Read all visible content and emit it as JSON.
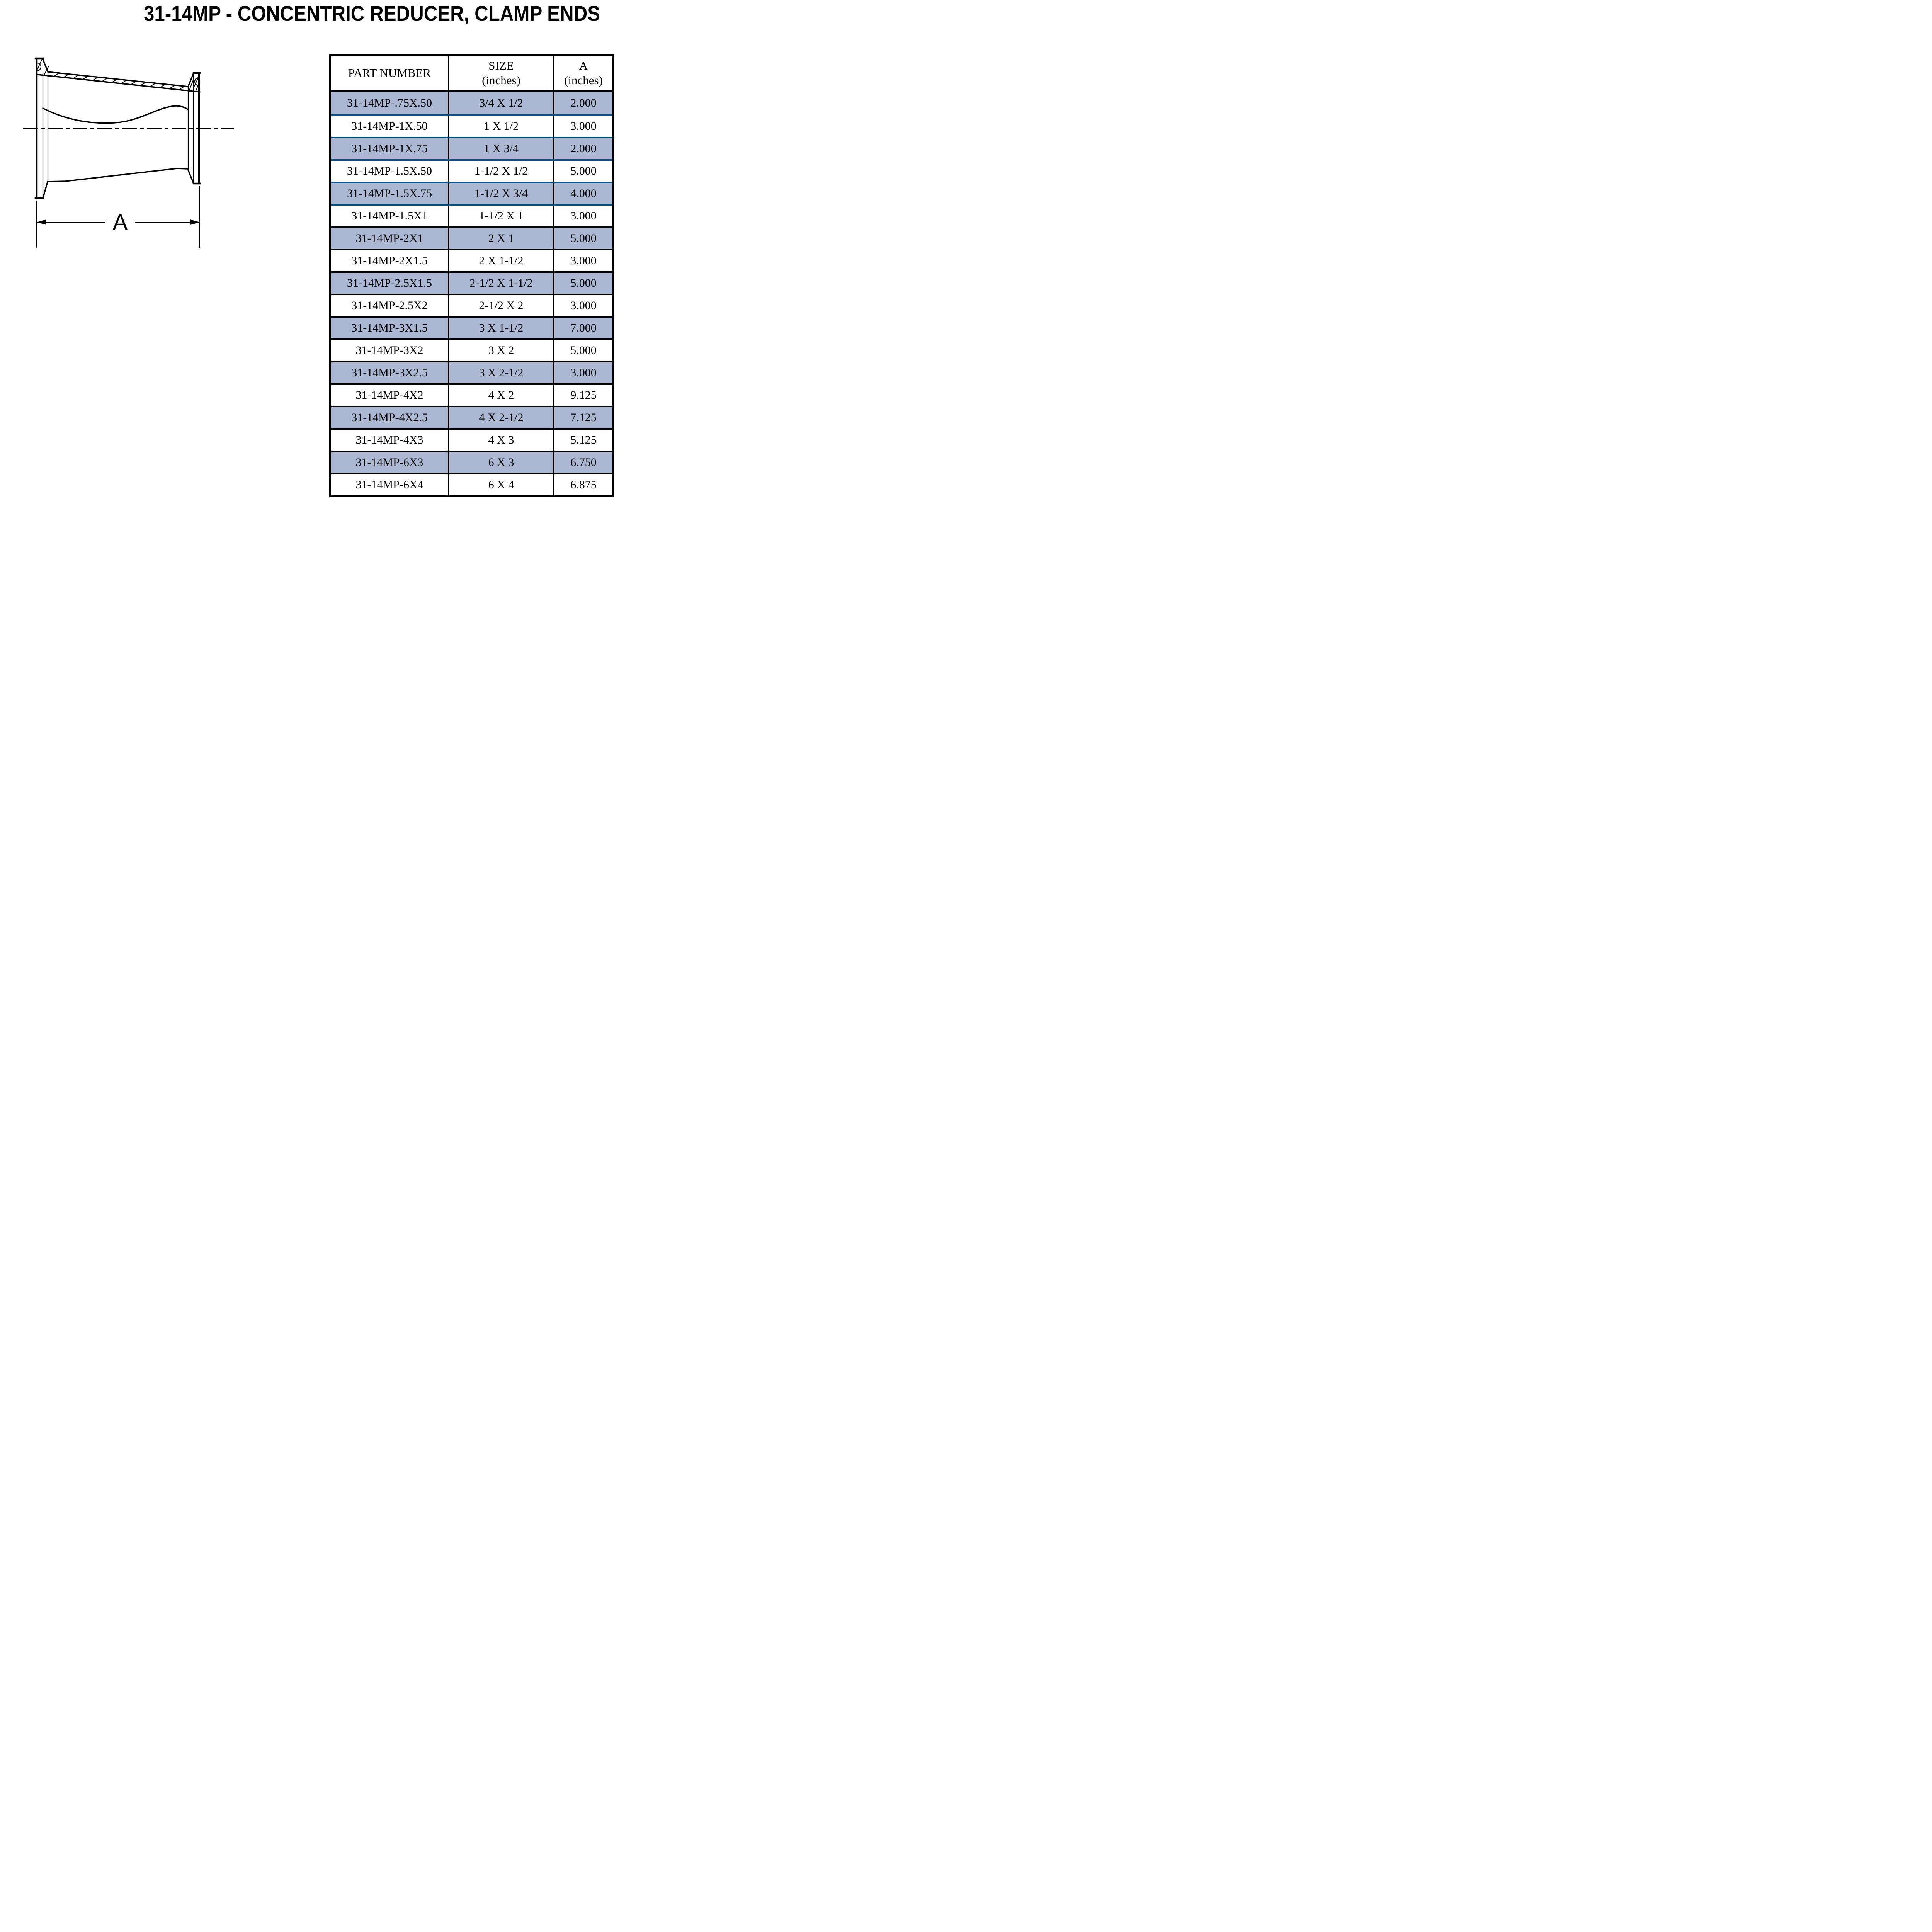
{
  "title": "31-14MP - CONCENTRIC REDUCER, CLAMP ENDS",
  "diagram": {
    "dimension_label": "A"
  },
  "colors": {
    "alt_row_bg": "#abb7d3",
    "separator_navy": "#0e4f7e",
    "grid_black": "#000000"
  },
  "table": {
    "headers": [
      {
        "line1": "PART NUMBER",
        "line2": ""
      },
      {
        "line1": "SIZE",
        "line2": "(inches)"
      },
      {
        "line1": "A",
        "line2": "(inches)"
      }
    ],
    "rows": [
      {
        "part": "31-14MP-.75X.50",
        "size": "3/4 X 1/2",
        "a": "2.000"
      },
      {
        "part": "31-14MP-1X.50",
        "size": "1 X 1/2",
        "a": "3.000"
      },
      {
        "part": "31-14MP-1X.75",
        "size": "1 X 3/4",
        "a": "2.000"
      },
      {
        "part": "31-14MP-1.5X.50",
        "size": "1-1/2 X 1/2",
        "a": "5.000"
      },
      {
        "part": "31-14MP-1.5X.75",
        "size": "1-1/2 X 3/4",
        "a": "4.000"
      },
      {
        "part": "31-14MP-1.5X1",
        "size": "1-1/2 X 1",
        "a": "3.000"
      },
      {
        "part": "31-14MP-2X1",
        "size": "2 X 1",
        "a": "5.000"
      },
      {
        "part": "31-14MP-2X1.5",
        "size": "2 X 1-1/2",
        "a": "3.000"
      },
      {
        "part": "31-14MP-2.5X1.5",
        "size": "2-1/2 X 1-1/2",
        "a": "5.000"
      },
      {
        "part": "31-14MP-2.5X2",
        "size": "2-1/2 X 2",
        "a": "3.000"
      },
      {
        "part": "31-14MP-3X1.5",
        "size": "3 X 1-1/2",
        "a": "7.000"
      },
      {
        "part": "31-14MP-3X2",
        "size": "3 X 2",
        "a": "5.000"
      },
      {
        "part": "31-14MP-3X2.5",
        "size": "3 X 2-1/2",
        "a": "3.000"
      },
      {
        "part": "31-14MP-4X2",
        "size": "4 X 2",
        "a": "9.125"
      },
      {
        "part": "31-14MP-4X2.5",
        "size": "4 X 2-1/2",
        "a": "7.125"
      },
      {
        "part": "31-14MP-4X3",
        "size": "4 X 3",
        "a": "5.125"
      },
      {
        "part": "31-14MP-6X3",
        "size": "6 X 3",
        "a": "6.750"
      },
      {
        "part": "31-14MP-6X4",
        "size": "6 X 4",
        "a": "6.875"
      }
    ]
  }
}
